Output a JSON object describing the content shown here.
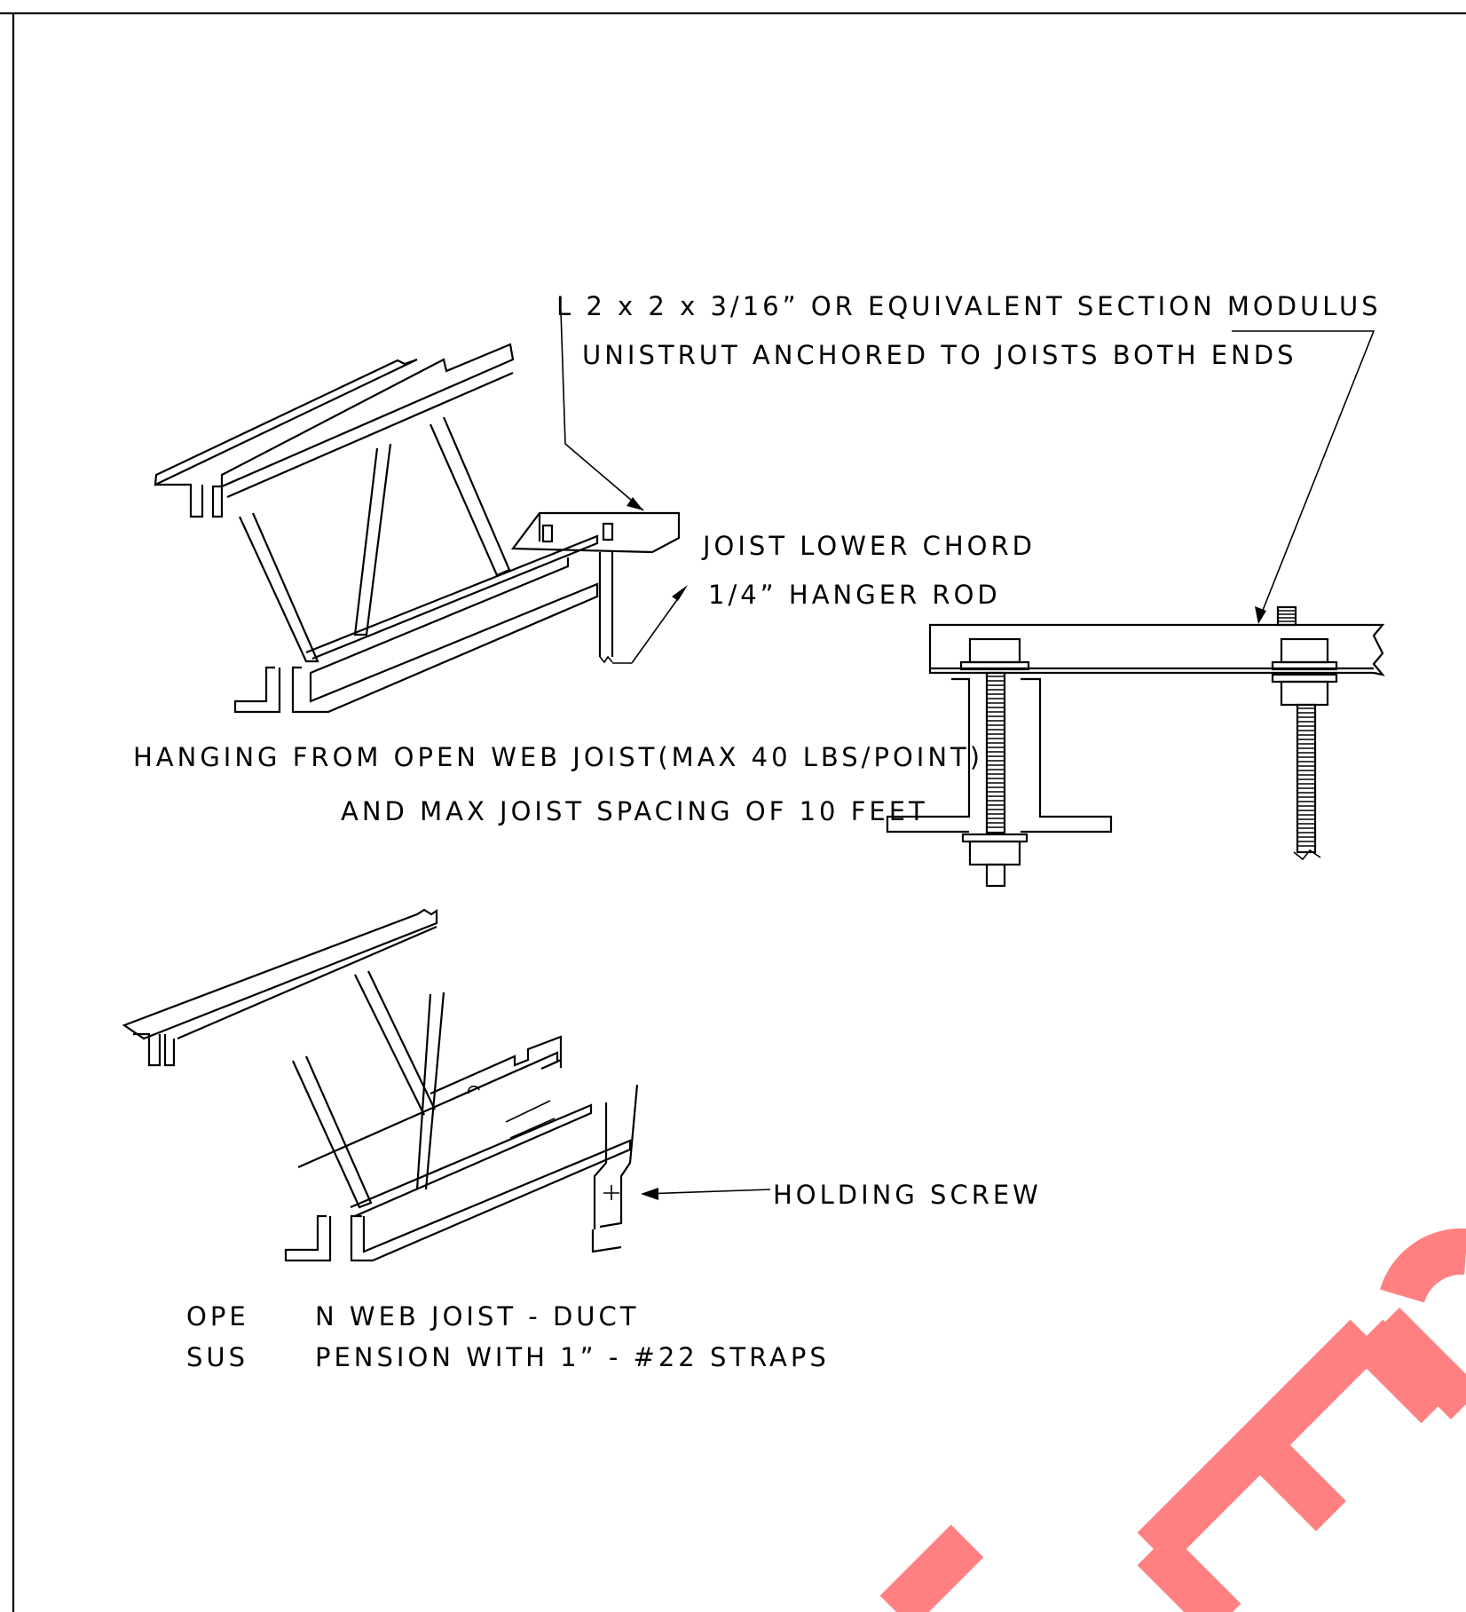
{
  "detail_top": {
    "callout_angle": "L 2 x 2 x 3/16” OR EQUIVALENT SECTION MODULUS",
    "callout_unistrut": "UNISTRUT ANCHORED TO JOISTS BOTH ENDS",
    "label_lower_chord": "JOIST LOWER CHORD",
    "label_hanger_rod": "1/4” HANGER ROD",
    "caption_line1": "HANGING FROM OPEN WEB JOIST(MAX 40 LBS/POINT)",
    "caption_line2": "AND MAX JOIST SPACING OF 10 FEET"
  },
  "detail_bottom": {
    "label_screw": "HOLDING SCREW",
    "caption_line1_a": "OPE",
    "caption_line1_b": "N WEB JOIST - DUCT",
    "caption_line2_a": "SUS",
    "caption_line2_b": "PENSION WITH 1” - #22 STRAPS"
  },
  "watermark": {
    "text": "Er",
    "color": "#ff8080"
  }
}
